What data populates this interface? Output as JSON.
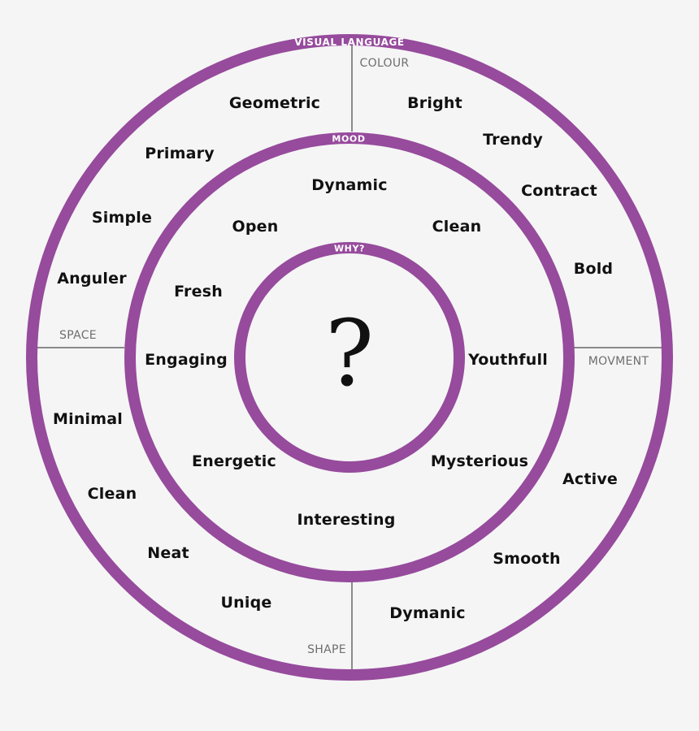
{
  "colors": {
    "ring": "#964b9c",
    "background": "#f5f5f5",
    "divider": "#8a8a8a"
  },
  "center": {
    "symbol": "?"
  },
  "rings": {
    "outer_title": "VISUAL LANGUAGE",
    "middle_title": "MOOD",
    "inner_title": "WHY?"
  },
  "categories": {
    "colour": "COLOUR",
    "movment": "MOVMENT",
    "shape": "SHAPE",
    "space": "SPACE"
  },
  "outer_words": {
    "geometric": "Geometric",
    "bright": "Bright",
    "primary": "Primary",
    "trendy": "Trendy",
    "simple": "Simple",
    "contract": "Contract",
    "anguler": "Anguler",
    "bold": "Bold",
    "minimal": "Minimal",
    "active": "Active",
    "clean": "Clean",
    "neat": "Neat",
    "smooth": "Smooth",
    "uniqe": "Uniqe",
    "dymanic": "Dymanic"
  },
  "mood_words": {
    "dynamic": "Dynamic",
    "open": "Open",
    "clean": "Clean",
    "fresh": "Fresh",
    "engaging": "Engaging",
    "youthfull": "Youthfull",
    "energetic": "Energetic",
    "mysterious": "Mysterious",
    "interesting": "Interesting"
  }
}
